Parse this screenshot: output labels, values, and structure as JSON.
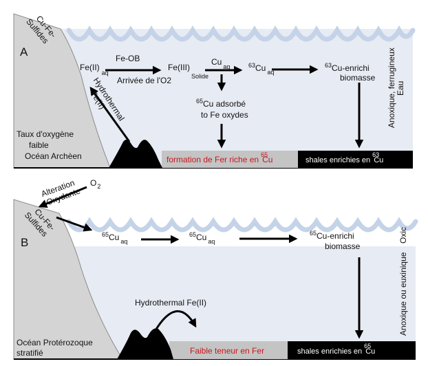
{
  "panel_a": {
    "letter": "A",
    "sulfides": [
      "Cu-Fe-",
      "Sulfides"
    ],
    "fe2_main": "Fe(II)",
    "fe2_sub": "aq",
    "feob": "Fe-OB",
    "fe3": "Fe(III)",
    "arrivee": "Arrivée de l'O2",
    "solide": "Solide",
    "cu_main": "Cu",
    "cu_sub": "aq",
    "cu63aq_sup": "63",
    "cu63aq_main": "Cu",
    "cu63aq_sub": "aq",
    "cu63enr_sup": "63",
    "cu63enr_main": "Cu-enrichi",
    "biomasse": "biomasse",
    "adsorbe_sup": "65",
    "adsorbe_main": "Cu adsorbé",
    "fe_oxydes": "to Fe oxydes",
    "hydro_line1": "Hydrothermal",
    "hydro_line2": "Fe(II)",
    "side_line1": "Anoxique, ferrugineux",
    "side_line2": "Eau",
    "ocean_line1": "Taux d'oxygène",
    "ocean_line2": "faible",
    "ocean_line3": "Océan Archèen",
    "formation_main": "formation de Fer riche en",
    "formation_sup": "65",
    "formation_cu": "Cu",
    "shales_main": "shales enrichies en",
    "shales_sup": "63",
    "shales_cu": "Cu"
  },
  "panel_b": {
    "letter": "B",
    "o2_main": "O",
    "o2_sub": "2",
    "alteration": "Alteration",
    "oxydante": "Oxydante",
    "sulfides": [
      "Cu-Fe-",
      "Sulfides"
    ],
    "cu65a_sup": "65",
    "cu65a_main": "Cu",
    "cu65a_sub": "aq",
    "cu65b_sup": "65",
    "cu65b_main": "Cu",
    "cu65b_sub": "aq",
    "cu65enr_sup": "65",
    "cu65enr_main": "Cu-enrichi",
    "biomasse": "biomasse",
    "oxic": "Oxic",
    "anoxique": "Anoxique ou  euxinique",
    "hydro": "Hydrothermal Fe(II)",
    "ocean_line1": "Océan Protérozoque",
    "ocean_line2": "stratifié",
    "faible": "Faible teneur en Fer",
    "shales_main": "shales enrichies en",
    "shales_sup": "65",
    "shales_cu": "Cu"
  },
  "colors": {
    "water": "#e7ebf3",
    "surface_wave": "#c5d3e8",
    "slope": "#d4d4d4",
    "slope_stroke": "#8a8a8a",
    "sediment_grey": "#c4c4c4",
    "black": "#000000",
    "red_text": "#c8161d"
  }
}
